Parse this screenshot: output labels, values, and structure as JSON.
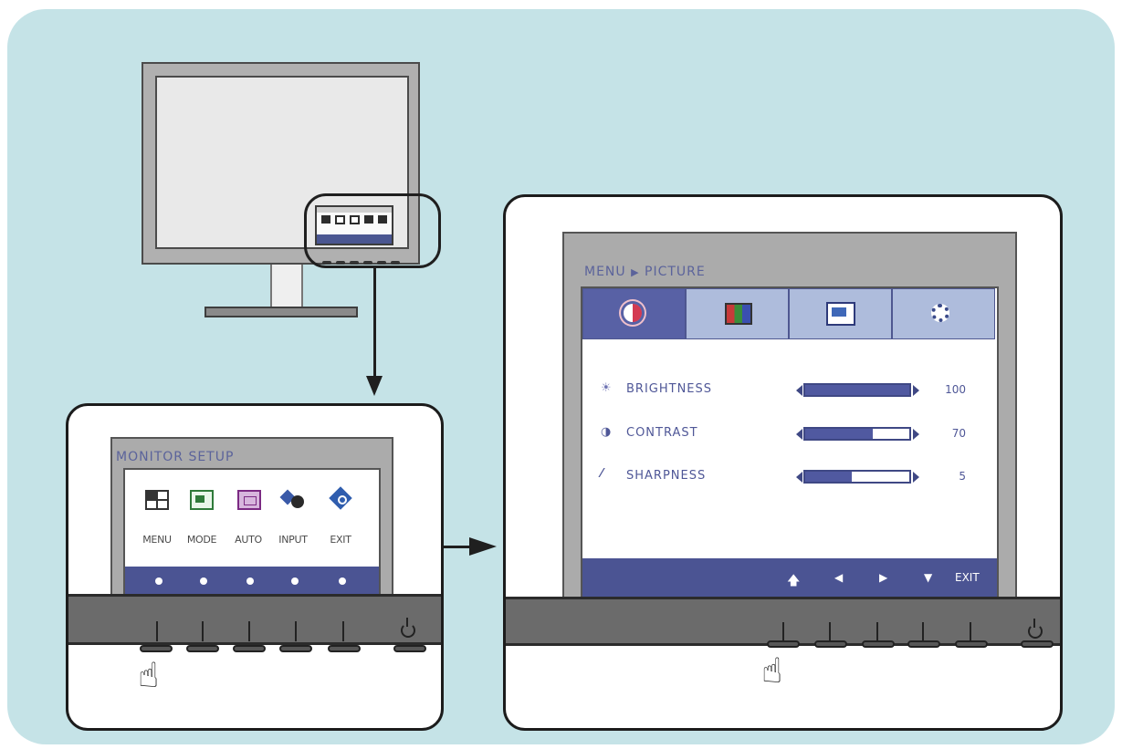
{
  "setup_osd": {
    "title": "MONITOR SETUP",
    "items": [
      {
        "label": "MENU",
        "icon": "menu-grid-icon"
      },
      {
        "label": "MODE",
        "icon": "mode-icon"
      },
      {
        "label": "AUTO",
        "icon": "auto-icon"
      },
      {
        "label": "INPUT",
        "icon": "input-icon"
      },
      {
        "label": "EXIT",
        "icon": "exit-icon"
      }
    ]
  },
  "picture_osd": {
    "breadcrumb_menu": "MENU",
    "breadcrumb_sep": "▶",
    "breadcrumb_page": "PICTURE",
    "tabs": [
      {
        "icon": "brightness-contrast-icon"
      },
      {
        "icon": "color-bars-icon"
      },
      {
        "icon": "screen-position-icon"
      },
      {
        "icon": "settings-gear-icon"
      }
    ],
    "settings": [
      {
        "icon": "☀",
        "label": "BRIGHTNESS",
        "value": "100",
        "fraction": 1.0
      },
      {
        "icon": "◑",
        "label": "CONTRAST",
        "value": "70",
        "fraction": 0.65
      },
      {
        "icon": "⁄",
        "label": "SHARPNESS",
        "value": "5",
        "fraction": 0.45
      }
    ],
    "footer": {
      "up": "🡅",
      "left": "◀",
      "right": "▶",
      "down": "▼",
      "exit": "EXIT"
    }
  },
  "colors": {
    "background": "#c5e3e7",
    "osd_accent": "#4b5493",
    "osd_text": "#5b639b"
  }
}
